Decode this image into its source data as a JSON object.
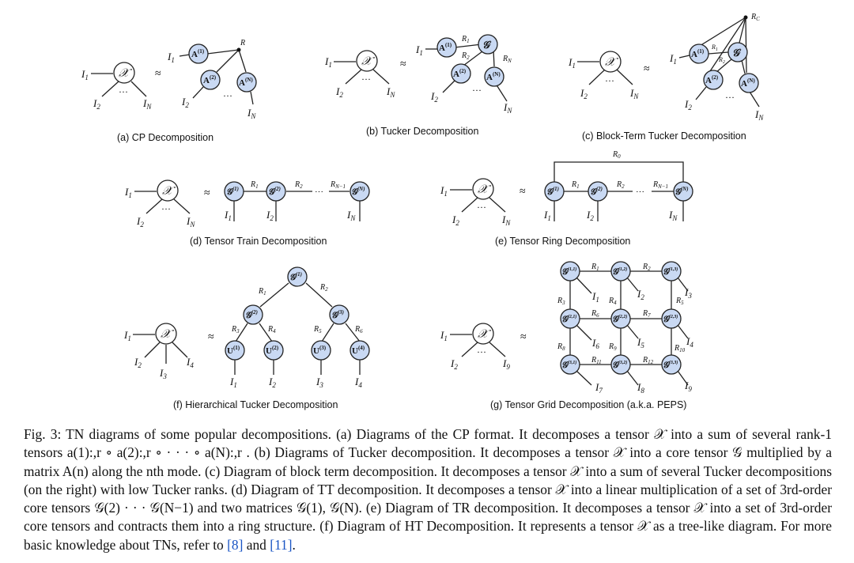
{
  "subfigures": [
    {
      "key": "a",
      "caption": "(a) CP Decomposition"
    },
    {
      "key": "b",
      "caption": "(b) Tucker Decomposition"
    },
    {
      "key": "c",
      "caption": "(c) Block-Term Tucker Decomposition"
    },
    {
      "key": "d",
      "caption": "(d) Tensor Train Decomposition"
    },
    {
      "key": "e",
      "caption": "(e) Tensor Ring Decomposition"
    },
    {
      "key": "f",
      "caption": "(f) Hierarchical Tucker Decomposition"
    },
    {
      "key": "g",
      "caption": "(g) Tensor Grid Decomposition (a.k.a. PEPS)"
    }
  ],
  "symbols": {
    "tensor": "𝒳",
    "approx": "≈",
    "dots": "···",
    "I1": "I₁",
    "I2": "I₂",
    "I3": "I₃",
    "I4": "I₄",
    "IN": "I_N",
    "I9": "I₉",
    "R": "R",
    "RN": "R_N",
    "RC": "R_C",
    "R0": "R₀"
  },
  "colors": {
    "node_fill": "#c9d9f3",
    "node_stroke": "#222222",
    "text": "#111111",
    "link": "#1a55c4"
  },
  "caption": {
    "label": "Fig. 3:",
    "text": "TN diagrams of some popular decompositions. (a) Diagrams of the CP format. It decomposes a tensor 𝒳 into a sum of several rank-1 tensors a(1):,r ∘ a(2):,r ∘ · · · ∘ a(N):,r . (b) Diagrams of Tucker decomposition. It decomposes a tensor 𝒳 into a core tensor 𝒢 multiplied by a matrix A(n) along the nth mode. (c) Diagram of block term decomposition. It decomposes a tensor 𝒳 into a sum of several Tucker decompositions (on the right) with low Tucker ranks. (d) Diagram of TT decomposition. It decomposes a tensor 𝒳 into a linear multiplication of a set of 3rd-order core tensors 𝒢(2) · · · 𝒢(N−1) and two matrices 𝒢(1), 𝒢(N). (e) Diagram of TR decomposition. It decomposes a tensor 𝒳 into a set of 3rd-order core tensors and contracts them into a ring structure. (f) Diagram of HT Decomposition. It represents a tensor 𝒳 as a tree-like diagram. For more basic knowledge about TNs, refer to [8] and [11].",
    "ref1": "[8]",
    "ref2": "[11]"
  }
}
